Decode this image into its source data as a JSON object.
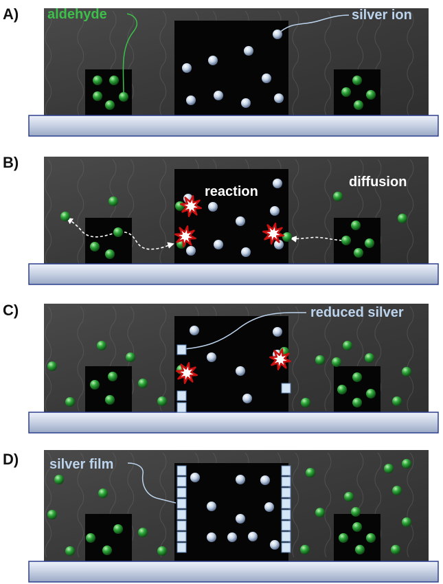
{
  "colors": {
    "background": "#ffffff",
    "soil": "#3a3a3a",
    "well": "#050505",
    "substrate": "#c9d3e6",
    "substrate_border": "#2b3f8f",
    "aldehyde": "#2e9e3a",
    "silver_ion": "#dfe8f3",
    "reduced_silver": "#cfe2f3",
    "label_green": "#3cc04a",
    "label_blue": "#bcd3ec",
    "label_white": "#ffffff",
    "spark": "#cc1111"
  },
  "panels": [
    {
      "letter": "A)",
      "labels": [
        {
          "key": "aldehyde",
          "text": "aldehyde"
        },
        {
          "key": "silver_ion",
          "text": "silver ion"
        }
      ]
    },
    {
      "letter": "B)",
      "labels": [
        {
          "key": "reaction",
          "text": "reaction"
        },
        {
          "key": "diffusion",
          "text": "diffusion"
        }
      ]
    },
    {
      "letter": "C)",
      "labels": [
        {
          "key": "reduced_silver",
          "text": "reduced silver"
        }
      ]
    },
    {
      "letter": "D)",
      "labels": [
        {
          "key": "silver_film",
          "text": "silver film"
        }
      ]
    }
  ]
}
